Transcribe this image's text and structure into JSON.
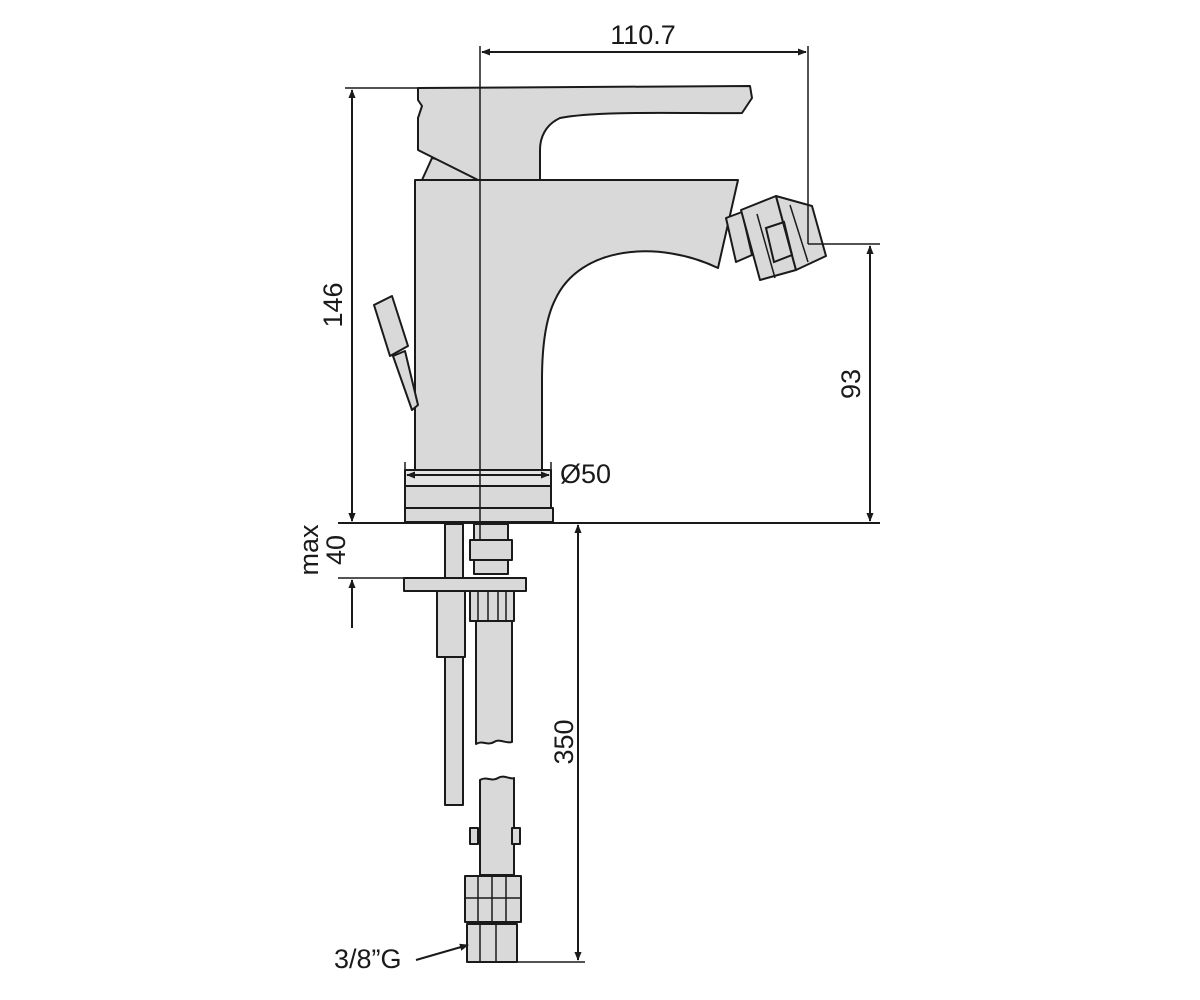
{
  "dimensions": {
    "top_width": "110.7",
    "total_height": "146",
    "spout_height": "93",
    "base_diameter": "Ø50",
    "max_thickness_word": "max",
    "max_thickness_value": "40",
    "hose_length": "350",
    "connection_thread": "3/8”G"
  },
  "colors": {
    "line": "#1a1a1a",
    "fill": "#d9d9d9",
    "background": "#ffffff"
  }
}
